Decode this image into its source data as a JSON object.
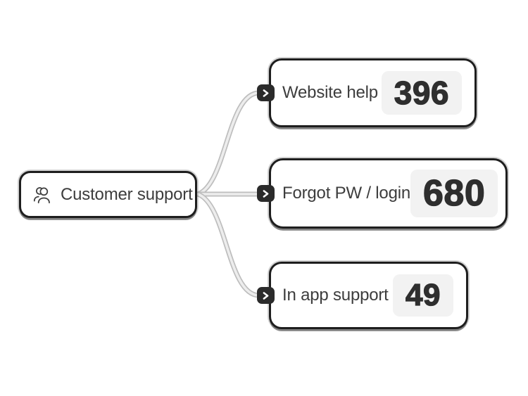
{
  "app": {
    "type": "mind-map-diagram"
  },
  "colors": {
    "background": "#ffffff",
    "node_fill": "#ffffff",
    "node_border": "#1e1e1e",
    "label_text": "#3d3d3d",
    "count_text": "#2e2e2e",
    "count_badge_bg": "#f2f2f2",
    "marker_bg": "#2b2b2b",
    "marker_chevron": "#ffffff",
    "connector_outer": "#bdbdbd",
    "connector_inner": "#ededed"
  },
  "root": {
    "label": "Customer support",
    "icon": "users-icon"
  },
  "children": [
    {
      "label": "Website help",
      "count": "396",
      "marker_icon": "chevron-right-icon"
    },
    {
      "label": "Forgot PW / login",
      "count": "680",
      "marker_icon": "chevron-right-icon"
    },
    {
      "label": "In app support",
      "count": "49",
      "marker_icon": "chevron-right-icon"
    }
  ]
}
